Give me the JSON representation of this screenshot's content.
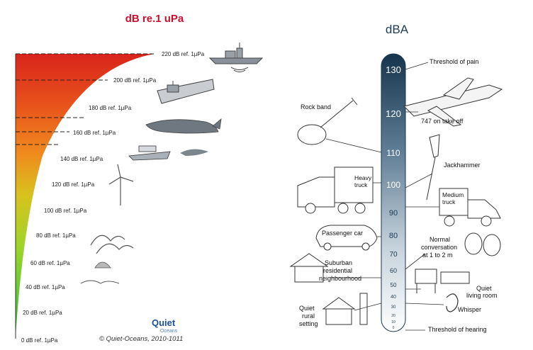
{
  "left_panel": {
    "title": "dB re.1 uPa",
    "levels": [
      "220 dB ref. 1µPa",
      "200 dB ref. 1µPa",
      "180 dB ref. 1µPa",
      "160 dB ref. 1µPa",
      "140 dB ref. 1µPa",
      "120 dB ref. 1µPa",
      "100 dB ref. 1µPa",
      "80 dB ref. 1µPa",
      "60 dB ref. 1µPa",
      "40 dB ref. 1µPa",
      "20 dB ref. 1µPa",
      "0 dB ref. 1µPa"
    ],
    "credit": "© Quiet-Oceans, 2010-1011",
    "logo_text": "Quiet",
    "logo_sub": "Oceans"
  },
  "right_panel": {
    "title": "dBA",
    "scale": [
      "130",
      "120",
      "110",
      "100",
      "90",
      "80",
      "70",
      "60",
      "50",
      "40",
      "30",
      "20",
      "10",
      "0"
    ],
    "labels": {
      "threshold_pain": "Threshold of pain",
      "jet": "747 on take off",
      "rock_band": "Rock band",
      "jackhammer": "Jackhammer",
      "heavy_truck_1": "Heavy",
      "heavy_truck_2": "truck",
      "medium_truck_1": "Medium",
      "medium_truck_2": "truck",
      "passenger_car": "Passenger car",
      "conversation_1": "Normal",
      "conversation_2": "conversation",
      "conversation_3": "at 1 to 2 m",
      "suburban_1": "Suburban",
      "suburban_2": "residential",
      "suburban_3": "neighbourhood",
      "quiet_living_1": "Quiet",
      "quiet_living_2": "living room",
      "whisper": "Whisper",
      "quiet_rural_1": "Quiet",
      "quiet_rural_2": "rural",
      "quiet_rural_3": "setting",
      "threshold_hearing": "Threshold of hearing"
    }
  }
}
